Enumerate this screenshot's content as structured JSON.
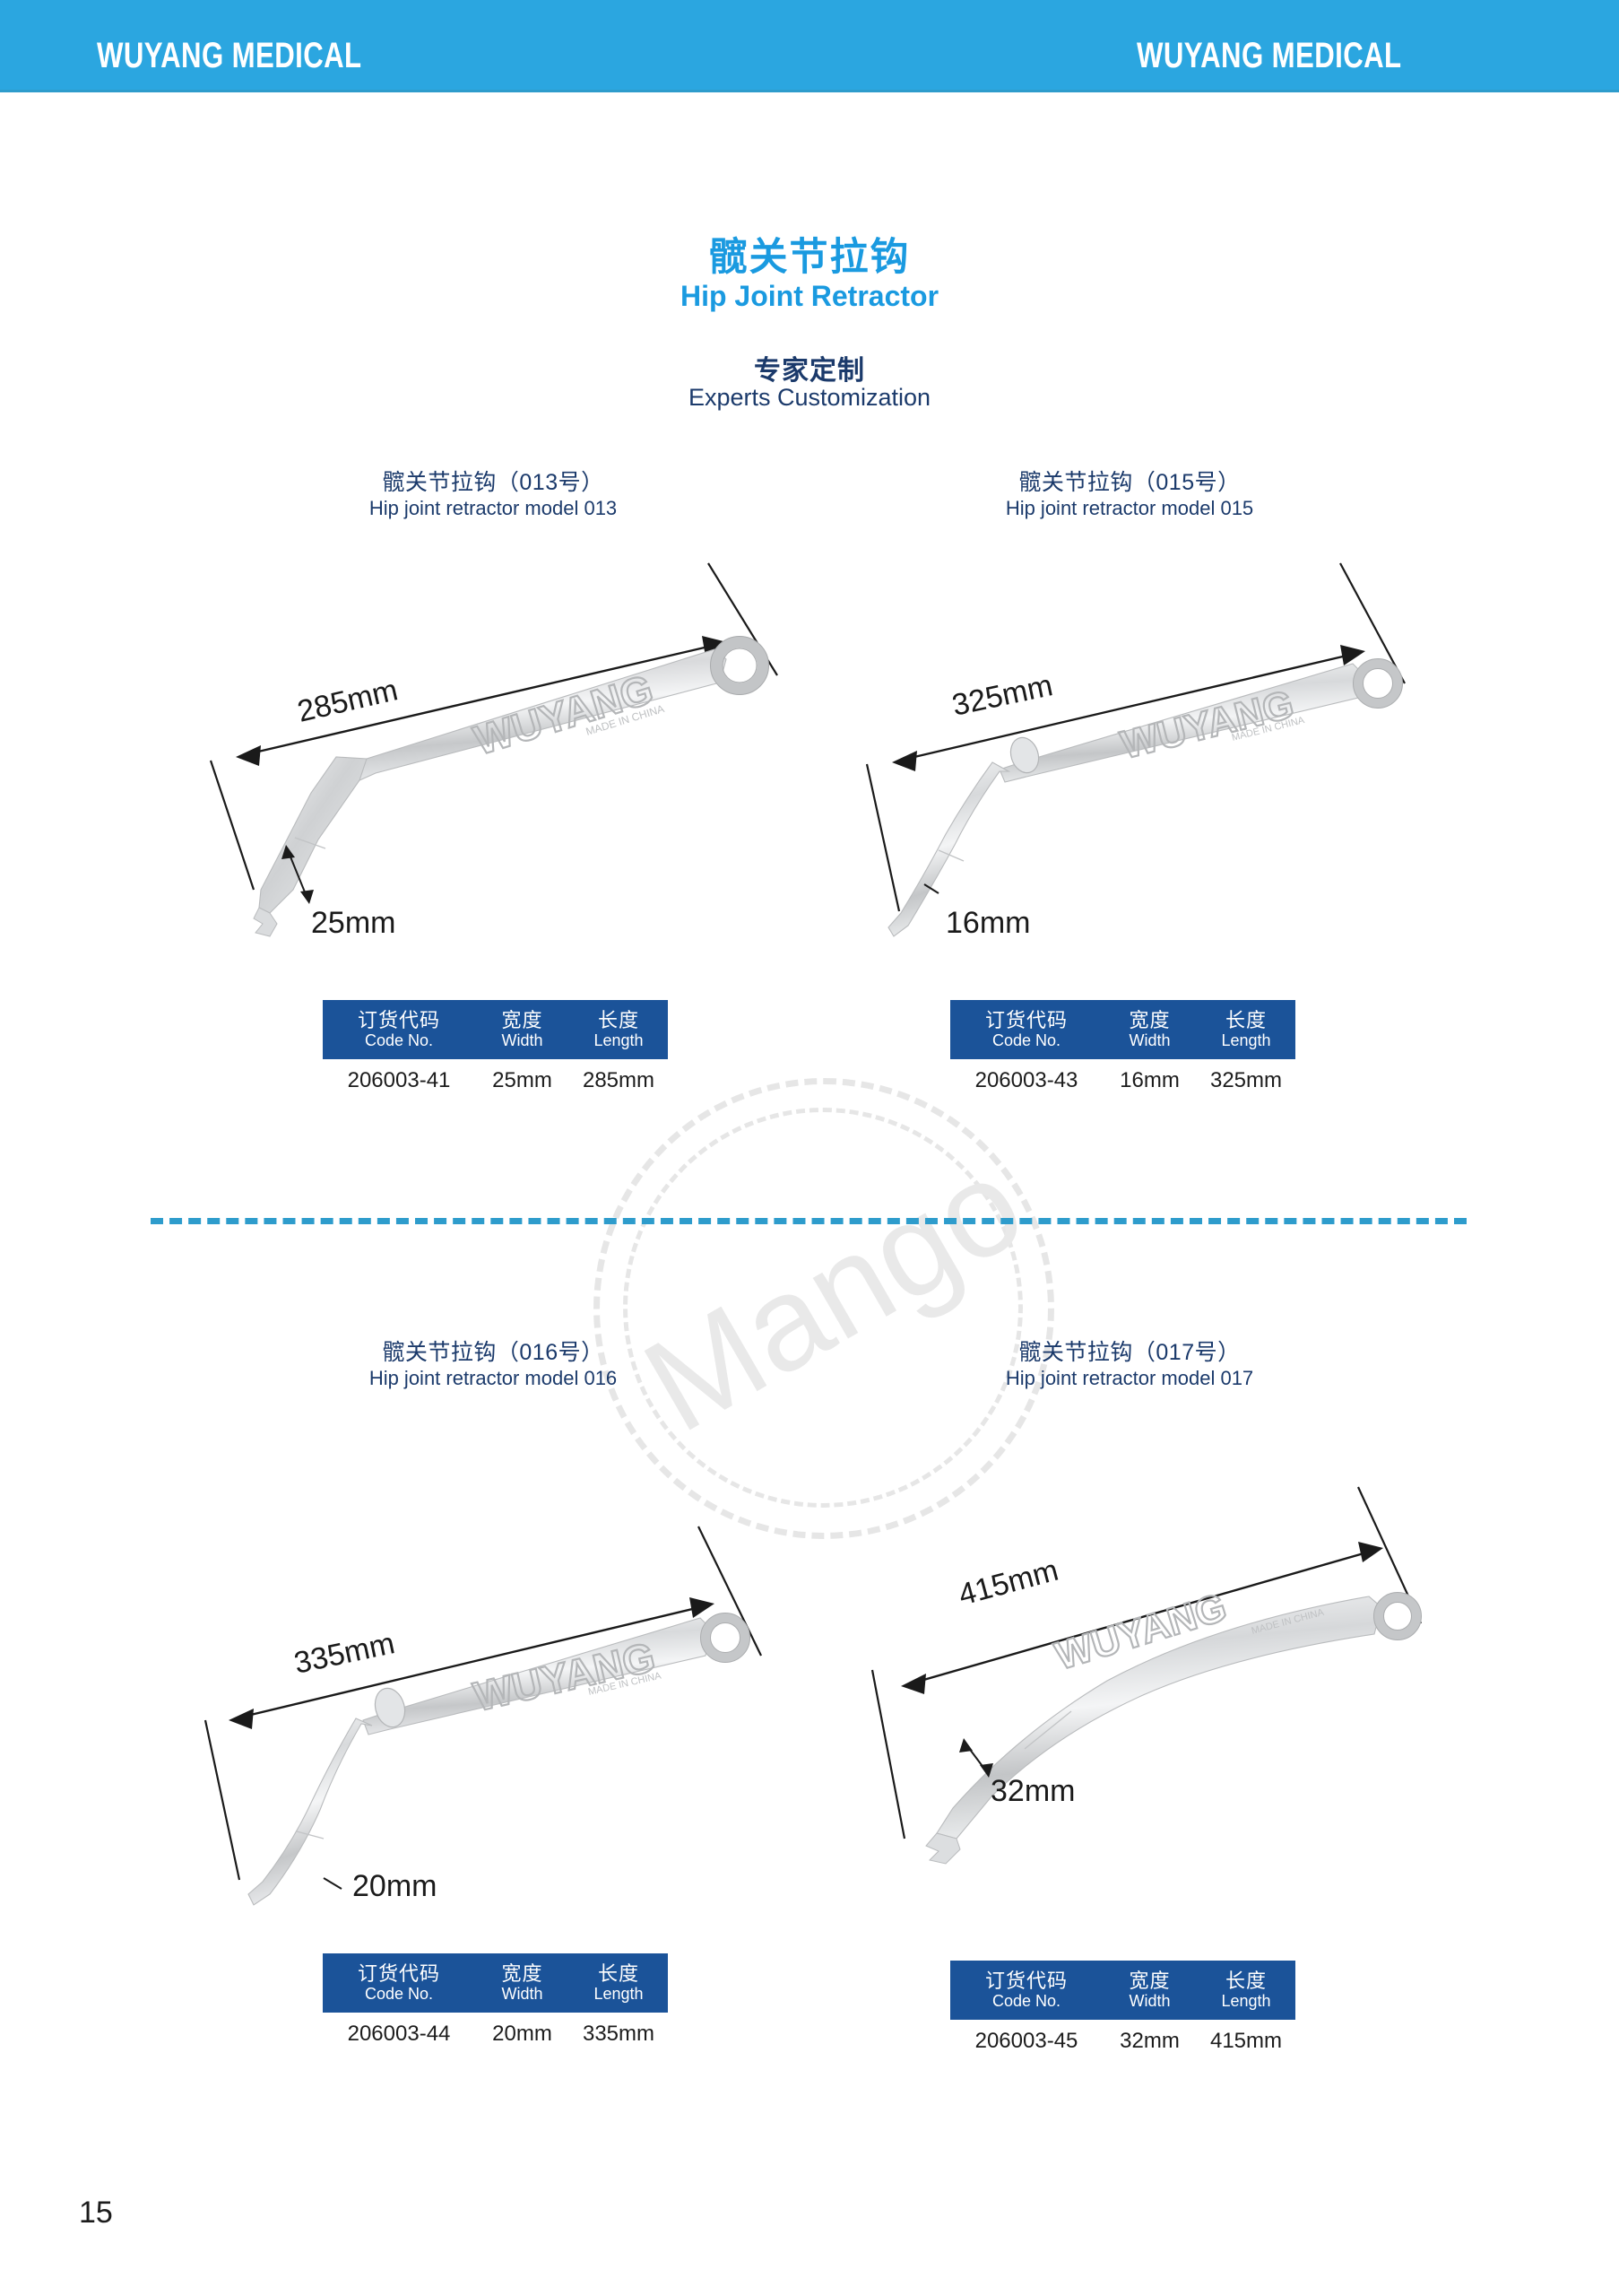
{
  "header": {
    "brand_left": "WUYANG MEDICAL",
    "brand_right": "WUYANG MEDICAL",
    "band_color": "#2ba6e0"
  },
  "title": {
    "cn": "髋关节拉钩",
    "en": "Hip Joint Retractor",
    "sub_cn": "专家定制",
    "sub_en": "Experts Customization",
    "accent_color": "#1a9ae0",
    "sub_color": "#1b3a6b"
  },
  "watermark": {
    "text": "Mango",
    "color": "#e9e9e9"
  },
  "table_header": {
    "code_cn": "订货代码",
    "code_en": "Code No.",
    "width_cn": "宽度",
    "width_en": "Width",
    "length_cn": "长度",
    "length_en": "Length",
    "bg_color": "#1b5399"
  },
  "products": [
    {
      "label_cn": "髋关节拉钩（013号）",
      "label_en": "Hip joint retractor model 013",
      "engraving": "WUYANG",
      "dim_length": "285mm",
      "dim_width": "25mm",
      "code": "206003-41",
      "width": "25mm",
      "length": "285mm"
    },
    {
      "label_cn": "髋关节拉钩（015号）",
      "label_en": "Hip joint retractor model 015",
      "engraving": "WUYANG",
      "dim_length": "325mm",
      "dim_width": "16mm",
      "code": "206003-43",
      "width": "16mm",
      "length": "325mm"
    },
    {
      "label_cn": "髋关节拉钩（016号）",
      "label_en": "Hip joint retractor model 016",
      "engraving": "WUYANG",
      "dim_length": "335mm",
      "dim_width": "20mm",
      "code": "206003-44",
      "width": "20mm",
      "length": "335mm"
    },
    {
      "label_cn": "髋关节拉钩（017号）",
      "label_en": "Hip joint retractor model 017",
      "engraving": "WUYANG",
      "dim_length": "415mm",
      "dim_width": "32mm",
      "code": "206003-45",
      "width": "32mm",
      "length": "415mm"
    }
  ],
  "divider_color": "#2e9ccc",
  "page_number": "15"
}
